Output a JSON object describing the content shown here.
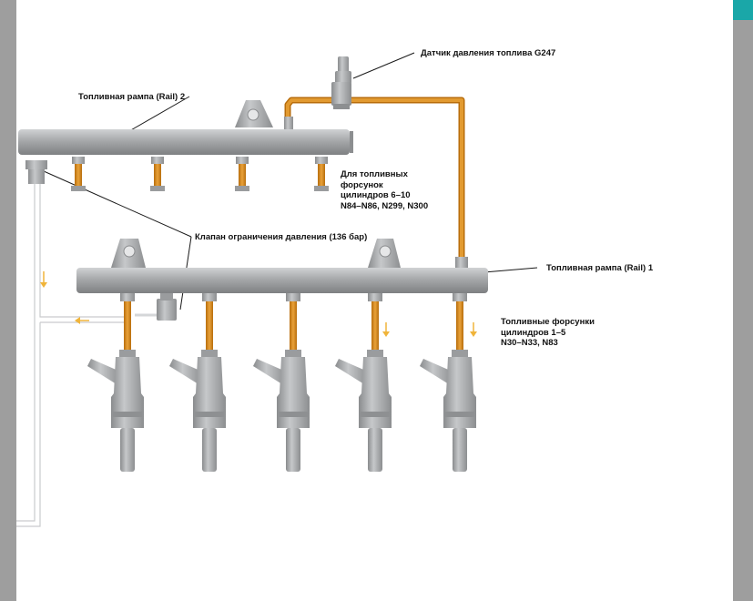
{
  "colors": {
    "page": "#ffffff",
    "side_band": "#9e9e9e",
    "accent_tab": "#1aa7a8",
    "fuel_line": "#d98a1c",
    "fuel_line_dark": "#b86d0c",
    "rail_metal": "#a9abad",
    "arrow": "#f0b43a",
    "leader_line": "#1a1a1a"
  },
  "labels": {
    "pressure_sensor": "Датчик давления топлива G247",
    "rail_2": "Топливная рампа (Rail) 2",
    "injectors_6_10": [
      "Для топливных",
      "форсунок",
      "цилиндров 6–10",
      "N84–N86, N299, N300"
    ],
    "limiter_valve": "Клапан ограничения давления (136 бар)",
    "rail_1": "Топливная рампа (Rail) 1",
    "injectors_1_5": [
      "Топливные форсунки",
      "цилиндров 1–5",
      "N30–N33, N83"
    ]
  },
  "icons": {
    "flow_arrow": "arrow-icon"
  }
}
